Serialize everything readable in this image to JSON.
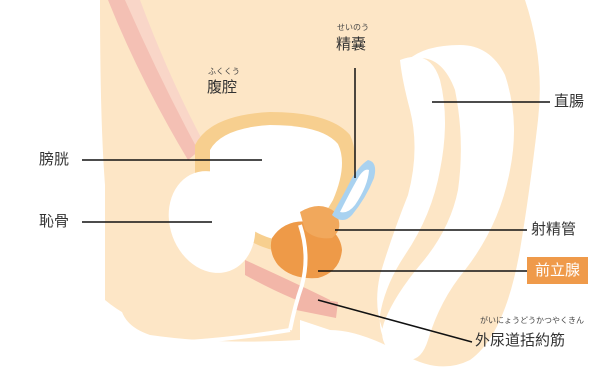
{
  "labels": {
    "peritoneal": {
      "text": "腹腔",
      "reading": "ふくくう"
    },
    "seminal_vesicle": {
      "text": "精嚢",
      "reading": "せいのう"
    },
    "rectum": {
      "text": "直腸"
    },
    "bladder": {
      "text": "膀胱"
    },
    "pubic_bone": {
      "text": "恥骨"
    },
    "ejaculatory_duct": {
      "text": "射精管"
    },
    "prostate": {
      "text": "前立腺"
    },
    "urethral_sphincter": {
      "text": "外尿道括約筋",
      "reading": "がいにょうどうかつやくきん"
    }
  },
  "colors": {
    "tissue": "#fde6c6",
    "cavity_outline": "#f7cf8f",
    "muscle": "#f2b6a8",
    "prostate": "#ee9a48",
    "highlight": "#ef9a4a",
    "seminal_vesicle": "#a9d2f0"
  }
}
